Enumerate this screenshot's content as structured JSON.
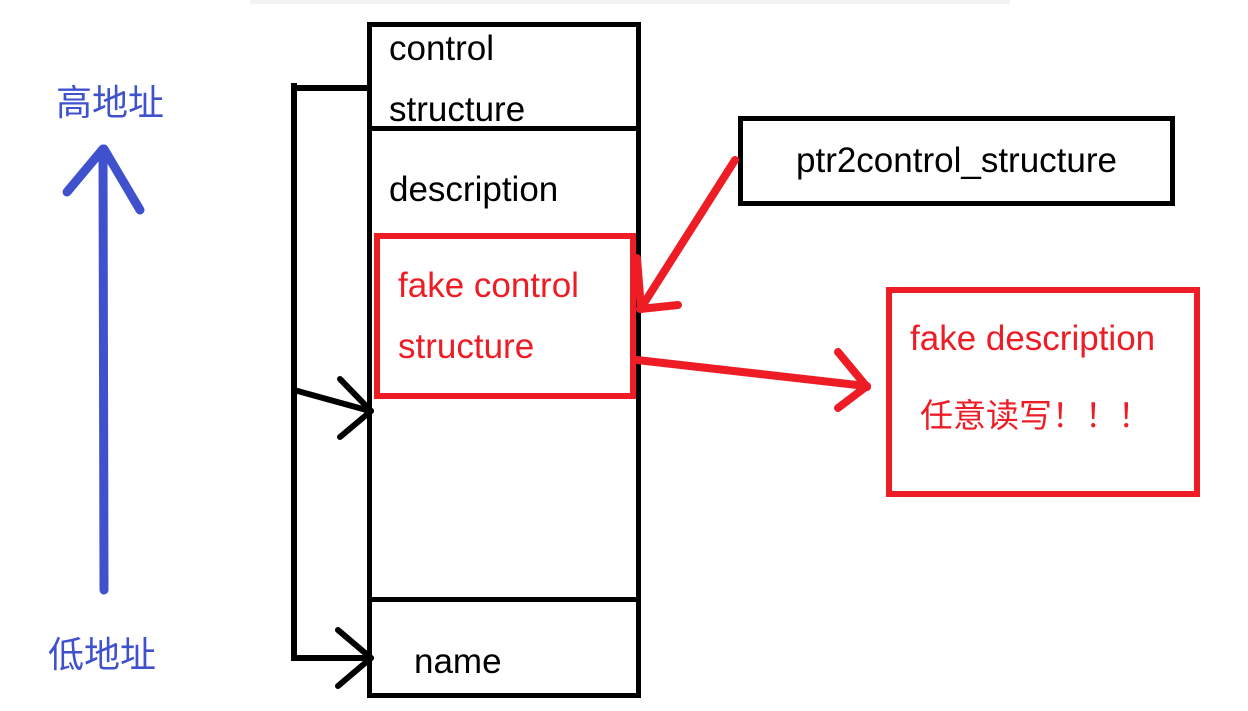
{
  "diagram": {
    "title": "heap fake control structure attack diagram",
    "colors": {
      "black": "#000000",
      "red": "#ee1c25",
      "blue": "#3f51cc",
      "background": "#ffffff"
    }
  },
  "address_axis": {
    "high_label": "高地址",
    "low_label": "低地址",
    "arrow_direction": "up",
    "arrow_color": "#3f51cc"
  },
  "memory_block": {
    "cells": [
      {
        "id": "control-structure",
        "label_line1": "control",
        "label_line2": "structure"
      },
      {
        "id": "description",
        "label_line1": "description",
        "label_line2": ""
      },
      {
        "id": "name",
        "label_line1": "name",
        "label_line2": ""
      }
    ]
  },
  "fake_control_structure": {
    "line1": "fake control",
    "line2": "structure",
    "color": "#ee1c25"
  },
  "pointer_callout": {
    "label": "ptr2control_structure",
    "color": "#000000"
  },
  "fake_description": {
    "line1": "fake description",
    "line2": "任意读写！！！",
    "color": "#ee1c25"
  },
  "connectors": [
    {
      "id": "black-connector-to-description-top",
      "from": "control-structure-top-left",
      "to": "description-region",
      "color": "#000000"
    },
    {
      "id": "black-connector-to-name",
      "from": "control-structure-top-left",
      "to": "name-cell",
      "color": "#000000"
    },
    {
      "id": "red-arrow-ptr-to-fake-control",
      "from": "ptr2control_structure",
      "to": "fake-control-structure",
      "color": "#ee1c25"
    },
    {
      "id": "red-arrow-fake-control-to-fake-description",
      "from": "fake-control-structure",
      "to": "fake-description",
      "color": "#ee1c25"
    }
  ]
}
